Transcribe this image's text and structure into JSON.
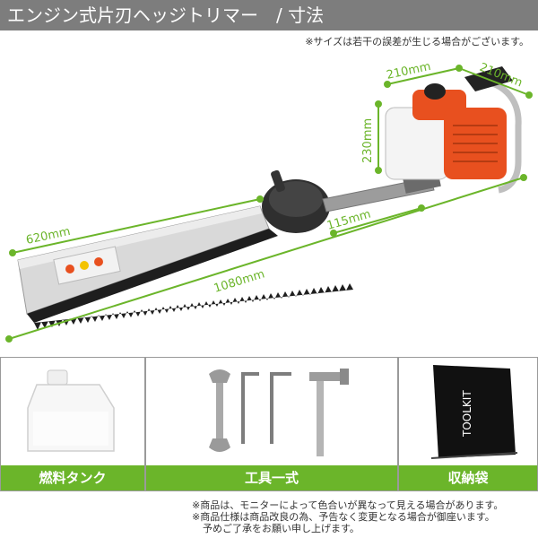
{
  "header": {
    "title": "エンジン式片刃ヘッジトリマー　/ 寸法"
  },
  "top_note": "※サイズは若干の誤差が生じる場合がございます。",
  "dimensions": {
    "blade_length": "620mm",
    "total_length": "1080mm",
    "shaft_length": "115mm",
    "engine_height": "230mm",
    "engine_width": "210mm",
    "engine_depth": "210mm"
  },
  "accessories": [
    {
      "label": "燃料タンク"
    },
    {
      "label": "工具一式"
    },
    {
      "label": "収納袋",
      "bag_text": "TOOLKIT"
    }
  ],
  "footer_notes": [
    "※商品は、モニターによって色合いが異なって見える場合があります。",
    "※商品仕様は商品改良の為、予告なく変更となる場合が御座います。",
    "予めご了承をお願い申し上げます。"
  ],
  "colors": {
    "header_bg": "#7d7d7d",
    "accent": "#6bb52a",
    "engine_orange": "#e8501f"
  },
  "icons": [
    "fuel-tank-icon",
    "wrench-icon",
    "hex-key-icon",
    "spark-plug-wrench-icon",
    "toolkit-bag-icon"
  ]
}
